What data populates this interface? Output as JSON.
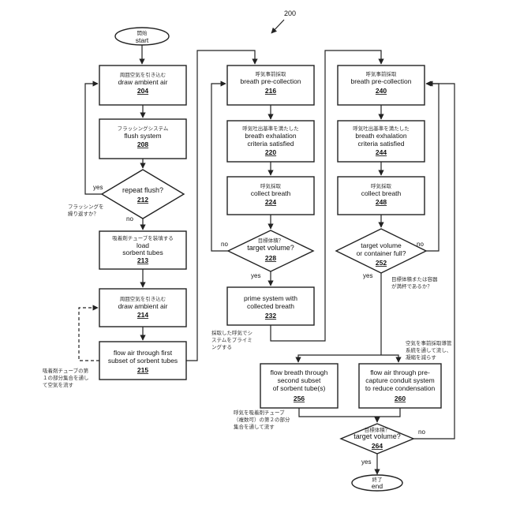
{
  "figure_number": "200",
  "labels": {
    "yes": "yes",
    "no": "no"
  },
  "start": {
    "jp": "開始",
    "en": "start"
  },
  "end": {
    "jp": "終了",
    "en": "end"
  },
  "col1": {
    "draw1": {
      "jp": "周囲空気を引き込む",
      "en": [
        "draw ambient air"
      ],
      "num": "204"
    },
    "flush": {
      "jp": "フラッシングシステム",
      "en": [
        "flush system"
      ],
      "num": "208"
    },
    "repeat": {
      "en": [
        "repeat flush?"
      ],
      "num": "212",
      "note": [
        "フラッシングを",
        "繰り返すか？"
      ]
    },
    "load": {
      "jp": "吸着剤チューブを装填する",
      "en": [
        "load",
        "sorbent tubes"
      ],
      "num": "213"
    },
    "draw2": {
      "jp": "周囲空気を引き込む",
      "en": [
        "draw ambient air"
      ],
      "num": "214"
    },
    "flowfirst": {
      "en": [
        "flow air through first",
        "subset of sorbent tubes"
      ],
      "num": "215",
      "note": [
        "吸着剤チューブの第",
        "１の部分集合を通し",
        "て空気を流す"
      ]
    }
  },
  "col2": {
    "pre": {
      "jp": "呼気事前採取",
      "en": [
        "breath pre-collection"
      ],
      "num": "216"
    },
    "criteria": {
      "jp": "呼気吐出基準を満たした",
      "en": [
        "breath exhalation",
        "criteria satisfied"
      ],
      "num": "220"
    },
    "collect": {
      "jp": "呼気採取",
      "en": [
        "collect breath"
      ],
      "num": "224"
    },
    "target": {
      "jp": "目標体積？",
      "en": [
        "target volume?"
      ],
      "num": "228"
    },
    "prime": {
      "en": [
        "prime system with",
        "collected breath"
      ],
      "num": "232",
      "note": [
        "採取した呼気でシ",
        "ステムをプライミ",
        "ングする"
      ]
    }
  },
  "col3": {
    "pre": {
      "jp": "呼気事前採取",
      "en": [
        "breath pre-collection"
      ],
      "num": "240"
    },
    "criteria": {
      "jp": "呼気吐出基準を満たした",
      "en": [
        "breath exhalation",
        "criteria satisfied"
      ],
      "num": "244"
    },
    "collect": {
      "jp": "呼気採取",
      "en": [
        "collect breath"
      ],
      "num": "248"
    },
    "container": {
      "en": [
        "target volume",
        "or container full?"
      ],
      "num": "252",
      "note": [
        "目標体積または容器",
        "が満杯であるか？"
      ]
    },
    "flowsecond": {
      "en": [
        "flow breath through",
        "second subset",
        "of sorbent tube(s)"
      ],
      "num": "256",
      "note": [
        "呼気を吸着剤チューブ",
        "（複数可）の第２の部分",
        "集合を通して流す"
      ]
    },
    "flowpre": {
      "en": [
        "flow air through pre-",
        "capture conduit system",
        "to reduce condensation"
      ],
      "num": "260",
      "note": [
        "空気を事前採取導管",
        "系統を通して流し、",
        "凝縮を減らす"
      ]
    },
    "target2": {
      "jp": "目標体積？",
      "en": [
        "target volume?"
      ],
      "num": "264"
    }
  }
}
